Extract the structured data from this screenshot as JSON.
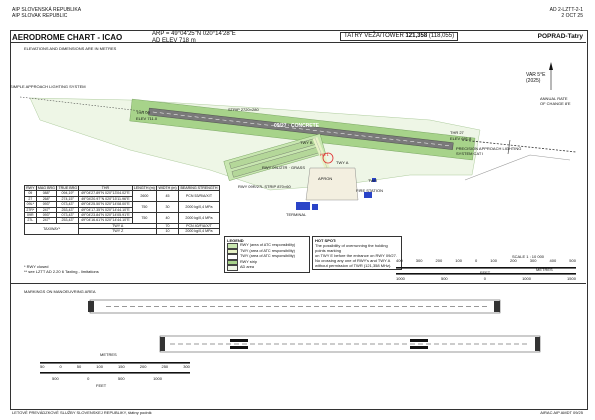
{
  "header": {
    "left1": "AIP SLOVENSKÁ REPUBLIKA",
    "left2": "AIP SLOVAK REPUBLIC",
    "right1": "AD 2-LZTT-2-1",
    "right2": "2 OCT 25",
    "title": "AERODROME CHART - ICAO",
    "arp": "ARP = 49°04'25\"N  020°14'28\"E",
    "elev": "AD ELEV 718 m",
    "tower_label": "TATRY VEŽA/TOWER",
    "tower_freq": "121,358",
    "tower_freq2": "(118,055)",
    "place": "POPRAD-Tatry"
  },
  "chart": {
    "note": "ELEVATIONS AND DIMENSIONS ARE IN METRES",
    "var": "VAR 5°E",
    "var_year": "(2025)",
    "annual_rate_1": "ANNUAL RATE",
    "annual_rate_2": "OF CHANGE 8'E",
    "simple_approach_w": "SIMPLE APPROACH LIGHTING SYSTEM",
    "precision_approach_e": "PRECISION APPROACH LIGHTING SYSTEM CAT I",
    "strip_label": "STRIP 2720×280",
    "rwy_label": "09/27 · CONCRETE",
    "gvr_label": "RWY 09L/27R · GRASS",
    "gvr_strip": "RWY 09R/27L STRIP 870×60",
    "twy_a": "TWY A",
    "twy_b": "TWY B",
    "hot_spot": "HS 1",
    "apron": "APRON",
    "fire_station": "FIRE STATION",
    "terminal": "TERMINAL",
    "control_tower": "TWR",
    "thr09": "THR 09",
    "thr27": "THR 27",
    "elev_thr09": "ELEV 711.0",
    "elev_thr27": "ELEV 691.8"
  },
  "runway_table": {
    "headers": [
      "RWY",
      "MAG BRG",
      "TRUE BRG",
      "THR",
      "LENGTH (m)",
      "WIDTH (m)",
      "BEARING STRENGTH"
    ],
    "rows": [
      [
        "09",
        "088°",
        "094,19°",
        "49°04'27.89\"N 020°13'04.02\"E",
        "2600",
        "45",
        "PCN 53/R/A/X/T"
      ],
      [
        "27",
        "268°",
        "274,15°",
        "49°04'20.97\"N 020°15'11.96\"E",
        "",
        "",
        ""
      ],
      [
        "09L*",
        "093°",
        "073,43°",
        "49°04'25.50\"N 020°14'08.00\"E",
        "750",
        "30",
        ""
      ],
      [
        "27R*",
        "247°",
        "253,43°",
        "49°04'17.35\"N 020°14'44.10\"E",
        "",
        "",
        "2000 kg/0,4 MPa"
      ],
      [
        "09R",
        "093°",
        "073,43°",
        "49°04'23.84\"N 020°14'05.91\"E",
        "750",
        "40",
        ""
      ],
      [
        "27L",
        "247°",
        "253,43°",
        "49°04'16.61\"N 020°14'44.10\"E",
        "",
        "",
        "2000 kg/0,4 MPa"
      ]
    ],
    "taxiway_label": "TAXIWAY*",
    "taxiways": [
      [
        "TWY A",
        "70",
        "PCN 40/F/A/X/T"
      ],
      [
        "TWY Z",
        "10",
        "2000 kg/0,4 MPa"
      ]
    ],
    "foot1": "* RWY closed",
    "foot2": "** see LZTT AD 2.20 6 Taxiing - limitations"
  },
  "legend": {
    "title": "LEGEND",
    "items": [
      {
        "label": "RWY (area of ATC responsibility)",
        "color": "#c8e6b0"
      },
      {
        "label": "TWY (area of ATC responsibility)",
        "color": "#e7f2c6"
      },
      {
        "label": "TWY (area of ATC responsibility)",
        "color": "#ffffff"
      },
      {
        "label": "RWY strip",
        "color": "#a7d38a"
      },
      {
        "label": "AD area",
        "color": "#eef6e6"
      }
    ]
  },
  "hotspot": {
    "title": "HOT SPOT:",
    "text1": "The possibility of overrunning the holding points marking",
    "text2": "on TWY E before the entrance on RWY 09/27.",
    "text3": "No crossing any one of RWY's and TWY A",
    "text4": "without permission of TWR (121,358 MHz)."
  },
  "scale": {
    "label": "SCALE 1 : 10 000",
    "metres_label": "METRES",
    "feet_label": "FEET",
    "metres_ticks": [
      "400",
      "300",
      "200",
      "100",
      "0",
      "100",
      "200",
      "300",
      "400",
      "500"
    ],
    "feet_ticks": [
      "1000",
      "500",
      "0",
      "1000",
      "1500"
    ]
  },
  "markings": {
    "title": "MARKINGS ON MANOEUVRING AREA",
    "metres_label": "METRES",
    "feet_label": "FEET",
    "m_ticks": [
      "50",
      "0",
      "50",
      "100",
      "150",
      "200",
      "250",
      "300"
    ],
    "f_ticks": [
      "500",
      "0",
      "500",
      "1000"
    ]
  },
  "footer": {
    "left": "LETOVÉ PREVÁDZKOVÉ SLUŽBY SLOVENSKEJ REPUBLIKY, štátny podnik",
    "right": "AIRAC AIP AMDT 09/25"
  }
}
